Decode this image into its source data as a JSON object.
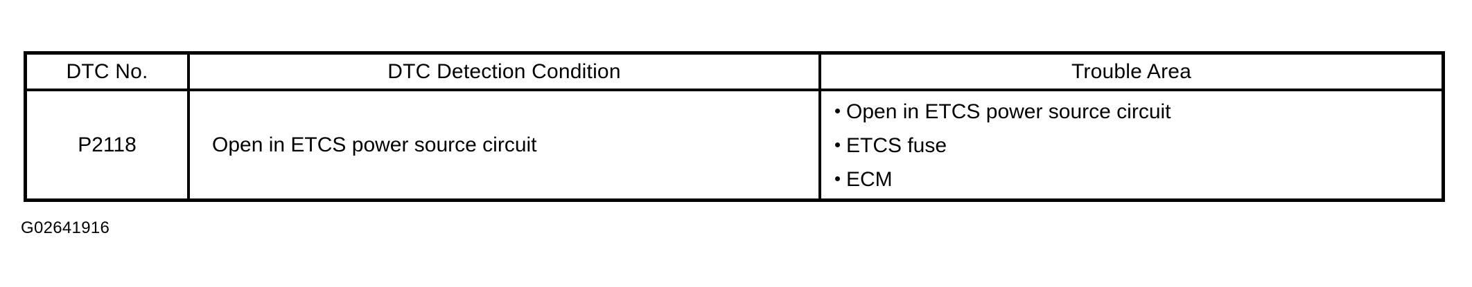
{
  "table": {
    "columns": [
      {
        "key": "dtc_no",
        "header": "DTC No."
      },
      {
        "key": "condition",
        "header": "DTC Detection Condition"
      },
      {
        "key": "trouble",
        "header": "Trouble Area"
      }
    ],
    "rows": [
      {
        "dtc_no": "P2118",
        "condition": "Open in ETCS power source circuit",
        "trouble_area": [
          "Open in ETCS power source circuit",
          "ETCS fuse",
          "ECM"
        ]
      }
    ]
  },
  "caption": "G02641916",
  "colors": {
    "border": "#000000",
    "text": "#000000",
    "background": "#ffffff"
  }
}
